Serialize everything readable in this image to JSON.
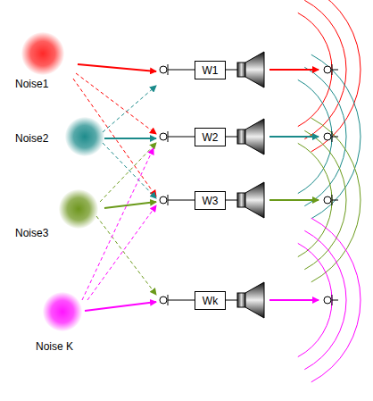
{
  "diagram": {
    "nodes": [
      {
        "text": [
          "Noise1"
        ]
      },
      {
        "text": [
          "Noise2"
        ]
      },
      {
        "text": [
          "Noise3"
        ]
      },
      {
        "text": [
          "Noise K"
        ]
      },
      {
        "text": [
          "W1"
        ]
      },
      {
        "text": [
          "W2"
        ]
      },
      {
        "text": [
          "W3"
        ]
      },
      {
        "text": [
          "Wk"
        ]
      }
    ]
  }
}
